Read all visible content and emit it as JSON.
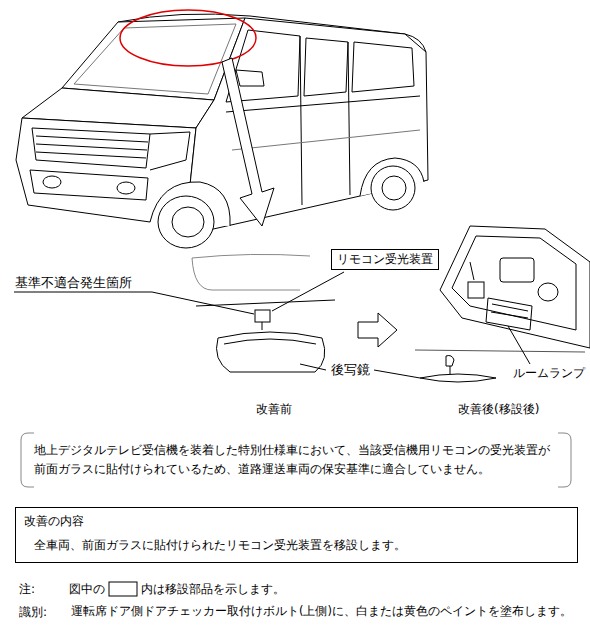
{
  "diagram": {
    "nodes": [
      {
        "text": [
          "リモコン受光装置"
        ]
      },
      {
        "text": [
          "地上デジタルテレビ受信機を装着した特別仕様車において、当該受信機用リモコンの受光装置が前面ガラスに貼付けられているため、道路運送車両の保安基準に適合していません。"
        ]
      },
      {
        "text": [
          "改善の内容",
          "全車両、前面ガラスに貼付けられたリモコン受光装置を移設します。"
        ]
      }
    ],
    "labels": [
      "基準不適合発生箇所",
      "後写鏡",
      "ルームランプ",
      "改善前",
      "改善後(移設後)",
      "注:",
      "図中の",
      "内は移設部品を示します。",
      "識別:",
      "運転席ドア側ドアチェッカー取付けボルト(上側)に、白または黄色のペイントを塗布します。"
    ]
  }
}
